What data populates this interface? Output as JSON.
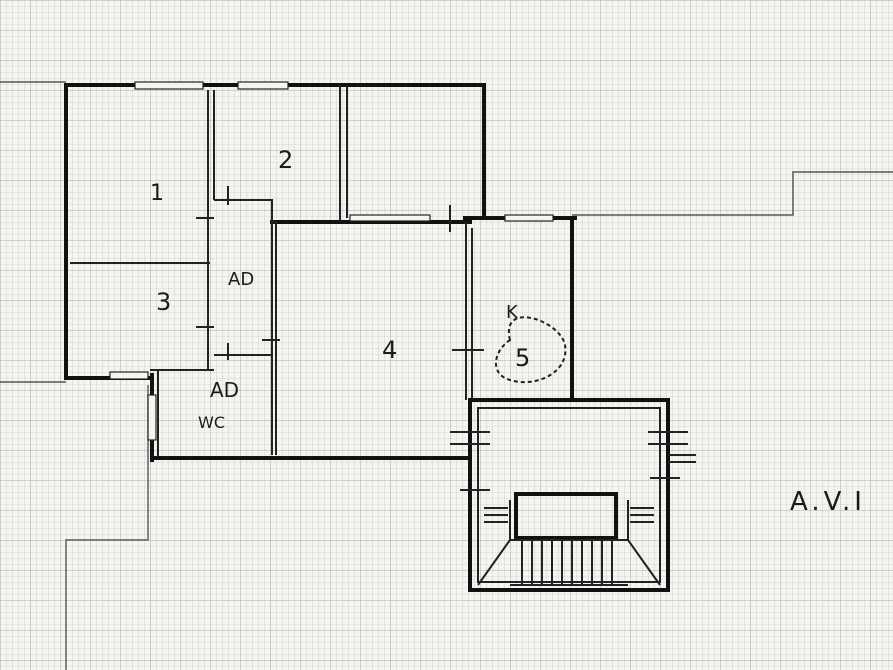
{
  "rooms": {
    "room_1": "1",
    "room_2": "2",
    "room_3": "3",
    "room_4": "4",
    "room_5": "5",
    "kitchen": "K",
    "closet_ad1": "AD",
    "closet_ad2": "AD",
    "wc": "WC"
  },
  "annotation": "A.V.I"
}
